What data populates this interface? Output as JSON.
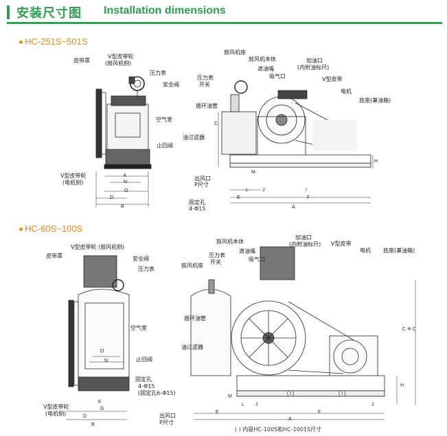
{
  "header": {
    "title_zh": "安装尺寸图",
    "title_en": "Installation dimensions"
  },
  "sections": [
    {
      "title": "HC-251S~501S"
    },
    {
      "title": "HC-60S~100S"
    }
  ],
  "top": {
    "labels": {
      "belt_cover": "皮带罩",
      "vbelt_pulley_blower": "V型皮带轮",
      "vbelt_pulley_blower_sub": "(鼓风机侧)",
      "pressure_gauge": "压力表",
      "safety_valve": "安全阀",
      "air_chamber": "空气室",
      "check_valve": "止回阀",
      "vbelt_pulley_motor": "V型皮带轮",
      "vbelt_pulley_motor_sub": "(电机侧)",
      "blower_base": "鼓风机座",
      "blower_body": "鼓风机本体",
      "oil_nozzle": "滴油嘴",
      "vent": "吸气口",
      "oil_inlet": "加油口",
      "oil_inlet_sub": "(内附油标尺)",
      "vbelt": "V型皮带",
      "motor": "电机",
      "base": "底座(兼油箱)",
      "gauge_switch": "压力表",
      "gauge_switch_sub": "开关",
      "circ_pipe": "循环油管",
      "oil_filter": "油过滤器",
      "outlet": "出风口",
      "outlet_sub": "P尺寸",
      "fix_hole": "固定孔",
      "fix_hole_sub": "4-Φ15"
    },
    "dims": {
      "K": "K",
      "N": "N",
      "D": "D",
      "B": "B",
      "O": "O",
      "C": "C",
      "H": "H",
      "M": "M",
      "E": "E",
      "L": "L",
      "J": "J",
      "I": "I",
      "F": "F",
      "A": "A"
    }
  },
  "bottom": {
    "labels": {
      "belt_cover": "皮带罩",
      "vbelt_pulley_blower": "V型皮带轮 (鼓风机侧)",
      "safety_valve": "安全阀",
      "pressure_gauge": "压力表",
      "air_chamber": "空气室",
      "check_valve": "止回阀",
      "fix_hole": "固定孔",
      "fix_hole_sub": "4-Φ15",
      "fix_hole_sub2": "(固定孔6-Φ15)",
      "vbelt_pulley_motor": "V型皮带轮",
      "vbelt_pulley_motor_sub": "(电机侧)",
      "blower_body": "鼓风机本体",
      "gauge_switch": "压力表",
      "gauge_switch_sub": "开关",
      "oil_nozzle": "滴油嘴",
      "vent": "吸气口",
      "oil_inlet": "加油口",
      "oil_inlet_sub": "(内附油标尺)",
      "vbelt": "V型皮带",
      "motor": "电机",
      "base": "底座(兼油箱)",
      "blower_base": "鼓风机座",
      "circ_pipe": "循环油管",
      "oil_filter": "油过滤器",
      "outlet": "出风口",
      "outlet_sub": "P尺寸"
    },
    "dims": {
      "K": "K",
      "N": "N",
      "O": "O",
      "G": "G",
      "D": "D",
      "B": "B",
      "C": "C",
      "CC": "C ※ C",
      "H": "H",
      "M": "M",
      "E": "E",
      "L": "L",
      "J": "J",
      "I1": "( I )",
      "I2": "( I )",
      "F": "F",
      "A": "A"
    },
    "note": "( ) 内是HC-100S和HC-1001S尺寸"
  }
}
